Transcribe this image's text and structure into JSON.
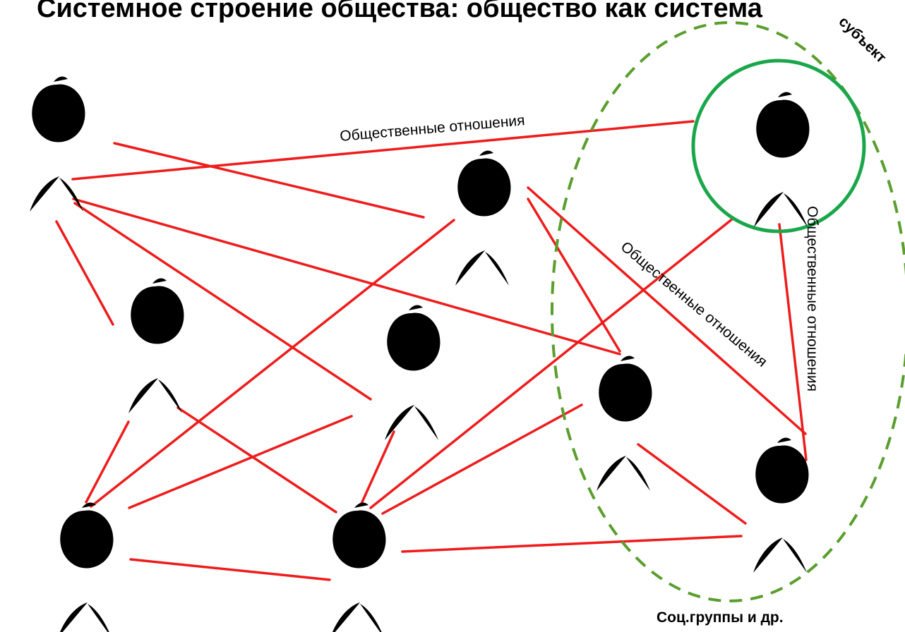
{
  "title": "Системное строение общества: общество как система",
  "labels": {
    "relations_top": "Общественные отношения",
    "relations_diag": "Общественные отношения",
    "relations_vert": "Общественные отношения",
    "subject": "субъект",
    "group": "Соц.группы и др."
  },
  "colors": {
    "edge": "#ee1c1c",
    "subject_circle": "#1aa64a",
    "group_ellipse": "#5a9e2e",
    "figure": "#000000"
  },
  "figure_icon": "stick-person-icon"
}
